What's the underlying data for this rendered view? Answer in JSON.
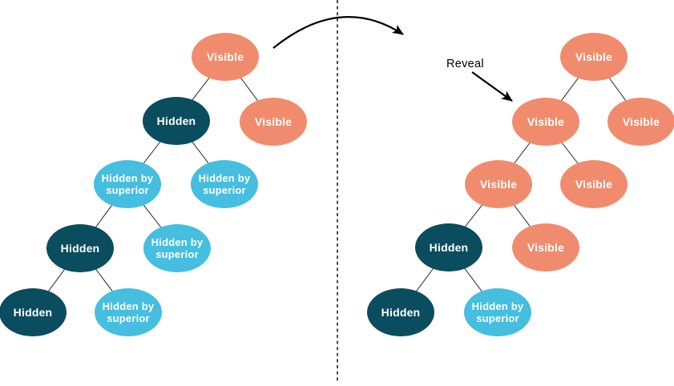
{
  "colors": {
    "visible_color": "#F08C6D",
    "hidden_color": "#0A4D5E",
    "hidden_by_superior_color": "#45BEDF",
    "edge_color": "#222222",
    "annotation_color": "#000000",
    "node_text_color": "#FFFFFF"
  },
  "annotation": {
    "reveal": "Reveal"
  },
  "trees": {
    "before": {
      "nodes": [
        {
          "label": "Visible",
          "state": "visible"
        },
        {
          "label": "Hidden",
          "state": "hidden"
        },
        {
          "label": "Visible",
          "state": "visible"
        },
        {
          "label": "Hidden by superior",
          "state": "hidden-by-superior"
        },
        {
          "label": "Hidden by superior",
          "state": "hidden-by-superior"
        },
        {
          "label": "Hidden",
          "state": "hidden"
        },
        {
          "label": "Hidden by superior",
          "state": "hidden-by-superior"
        },
        {
          "label": "Hidden",
          "state": "hidden"
        },
        {
          "label": "Hidden by superior",
          "state": "hidden-by-superior"
        }
      ]
    },
    "after": {
      "nodes": [
        {
          "label": "Visible",
          "state": "visible"
        },
        {
          "label": "Visible",
          "state": "visible"
        },
        {
          "label": "Visible",
          "state": "visible"
        },
        {
          "label": "Visible",
          "state": "visible"
        },
        {
          "label": "Visible",
          "state": "visible"
        },
        {
          "label": "Hidden",
          "state": "hidden"
        },
        {
          "label": "Visible",
          "state": "visible"
        },
        {
          "label": "Hidden",
          "state": "hidden"
        },
        {
          "label": "Hidden by superior",
          "state": "hidden-by-superior"
        }
      ]
    }
  }
}
